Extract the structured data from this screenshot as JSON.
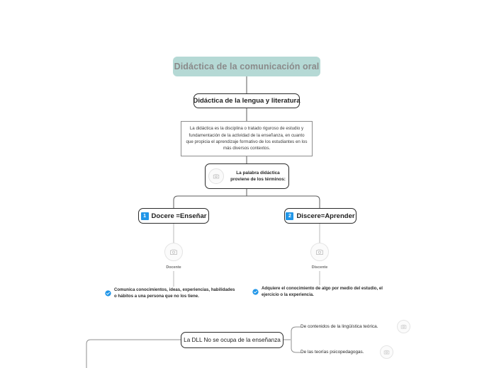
{
  "diagram": {
    "type": "mind-map",
    "title": "Didáctica de la comunicación oral",
    "background": "#ffffff",
    "accent_color": "#2196e8",
    "root_fill": "#b5d9d5"
  },
  "root": {
    "label": "Didáctica de la comunicación oral"
  },
  "level1": {
    "label": "Didáctica de la lengua y literatura"
  },
  "description": {
    "text": "La didáctica es la disciplina o tratado riguroso de estudio y fundamentación de la actividad de la enseñanza, en cuanto que propicia el aprendizaje formativo de los estudiantes en los más diversos contextos."
  },
  "origin_node": {
    "label": "La palabra didáctica proviene de los términos:",
    "icon": "camera-icon"
  },
  "terms": [
    {
      "number": "1",
      "label": "Docere =Enseñar",
      "role_caption": "Docente",
      "role_icon": "camera-icon",
      "detail": "Comunica conocimientos, ideas, experiencias, habilidades o hábitos a una persona que no los tiene.",
      "detail_icon": "check-circle-icon"
    },
    {
      "number": "2",
      "label": "Discere=Aprender",
      "role_caption": "Discente",
      "role_icon": "camera-icon",
      "detail": "Adquiere el conocimiento de algo por medio del estudio,  el ejercicio o la experiencia.",
      "detail_icon": "check-circle-icon"
    }
  ],
  "bottom": {
    "label": "La DLL No se ocupa de la enseñanza",
    "leaves": [
      {
        "text": "De contenidos de la lingüística teórica.",
        "icon": "camera-icon"
      },
      {
        "text": "De las teorías psicopedagogas.",
        "icon": "camera-icon"
      }
    ]
  }
}
